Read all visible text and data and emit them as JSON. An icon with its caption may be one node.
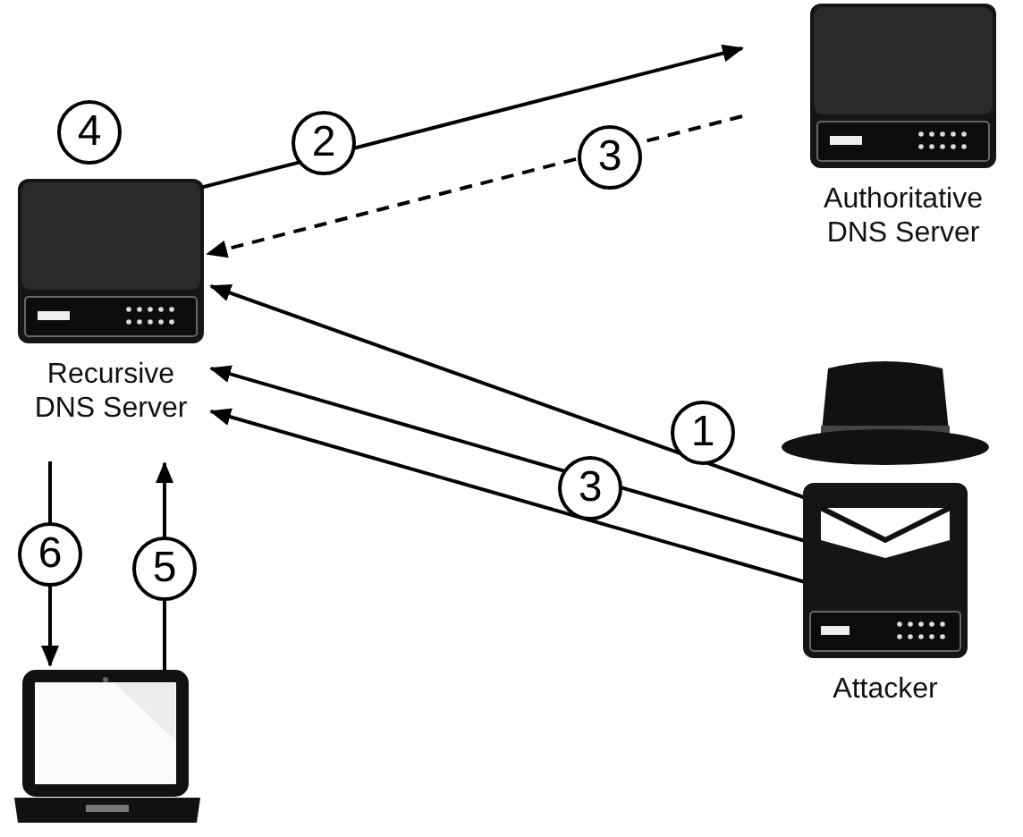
{
  "diagram": {
    "nodes": [
      {
        "text": [
          "Recursive DNS Server"
        ],
        "beside": [
          "4"
        ]
      },
      {
        "text": [
          "Authoritative DNS Server"
        ]
      },
      {
        "text": [
          "Attacker"
        ]
      },
      {
        "text": [],
        "shape": "picture"
      }
    ],
    "edges": [
      {
        "from": 0,
        "to": 1,
        "arrow": "to",
        "label": "2"
      },
      {
        "from": 1,
        "to": 0,
        "arrow": "to",
        "label": "3",
        "style": "dashed"
      },
      {
        "from": 2,
        "to": 0,
        "arrow": "to",
        "label": "1"
      },
      {
        "from": 2,
        "to": 0,
        "arrow": "to",
        "label": "3"
      },
      {
        "from": 2,
        "to": 0,
        "arrow": "to"
      },
      {
        "from": 0,
        "to": 3,
        "arrow": "to",
        "label": "6"
      },
      {
        "from": 3,
        "to": 0,
        "arrow": "to",
        "label": "5"
      }
    ]
  }
}
